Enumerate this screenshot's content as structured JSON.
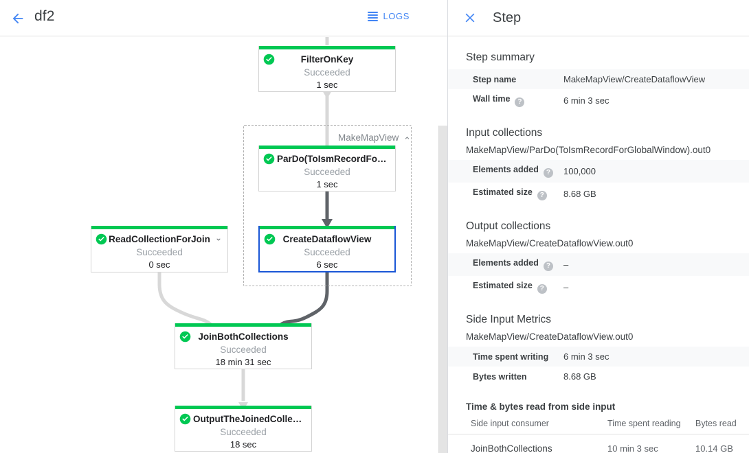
{
  "topbar": {
    "back_icon": "arrow-left-icon",
    "job_name": "df2",
    "logs_label": "LOGS",
    "logs_icon": "hamburger-icon",
    "accent": "#4285f4"
  },
  "graph": {
    "group": {
      "label": "MakeMapView",
      "chevron": "chevron-up-icon"
    },
    "status_color": "#00c853",
    "selected_color": "#1a56d6",
    "nodes": [
      {
        "id": "FilterOnKey",
        "title": "FilterOnKey",
        "status": "Succeeded",
        "time": "1 sec",
        "check_icon": "check-circle-icon",
        "selected": false,
        "chevron": null
      },
      {
        "id": "ParDoToIsmRecord",
        "title": "ParDo(ToIsmRecordFor…",
        "status": "Succeeded",
        "time": "1 sec",
        "check_icon": "check-circle-icon",
        "selected": false,
        "chevron": null
      },
      {
        "id": "CreateDataflowView",
        "title": "CreateDataflowView",
        "status": "Succeeded",
        "time": "6 sec",
        "check_icon": "check-circle-icon",
        "selected": true,
        "chevron": null
      },
      {
        "id": "ReadCollectionForJoin",
        "title": "ReadCollectionForJoin",
        "status": "Succeeded",
        "time": "0 sec",
        "check_icon": "check-circle-icon",
        "selected": false,
        "chevron": "chevron-down-icon"
      },
      {
        "id": "JoinBothCollections",
        "title": "JoinBothCollections",
        "status": "Succeeded",
        "time": "18 min 31 sec",
        "check_icon": "check-circle-icon",
        "selected": false,
        "chevron": null
      },
      {
        "id": "OutputTheJoinedCollection",
        "title": "OutputTheJoinedCollec…",
        "status": "Succeeded",
        "time": "18 sec",
        "check_icon": "check-circle-icon",
        "selected": false,
        "chevron": null
      }
    ]
  },
  "panel": {
    "close_icon": "close-icon",
    "title": "Step",
    "step_summary": {
      "heading": "Step summary",
      "rows": [
        {
          "key": "Step name",
          "help": false,
          "value": "MakeMapView/CreateDataflowView"
        },
        {
          "key": "Wall time",
          "help": true,
          "value": "6 min 3 sec"
        }
      ]
    },
    "input_collections": {
      "heading": "Input collections",
      "collection": "MakeMapView/ParDo(ToIsmRecordForGlobalWindow).out0",
      "rows": [
        {
          "key": "Elements added",
          "help": true,
          "value": "100,000"
        },
        {
          "key": "Estimated size",
          "help": true,
          "value": "8.68 GB"
        }
      ]
    },
    "output_collections": {
      "heading": "Output collections",
      "collection": "MakeMapView/CreateDataflowView.out0",
      "rows": [
        {
          "key": "Elements added",
          "help": true,
          "value": "–"
        },
        {
          "key": "Estimated size",
          "help": true,
          "value": "–"
        }
      ]
    },
    "side_input_metrics": {
      "heading": "Side Input Metrics",
      "collection": "MakeMapView/CreateDataflowView.out0",
      "rows": [
        {
          "key": "Time spent writing",
          "help": false,
          "value": "6 min 3 sec"
        },
        {
          "key": "Bytes written",
          "help": false,
          "value": "8.68 GB"
        }
      ],
      "table_heading": "Time & bytes read from side input",
      "columns": [
        "Side input consumer",
        "Time spent reading",
        "Bytes read"
      ],
      "rows_table": [
        [
          "JoinBothCollections",
          "10 min 3 sec",
          "10.14 GB"
        ]
      ]
    }
  }
}
